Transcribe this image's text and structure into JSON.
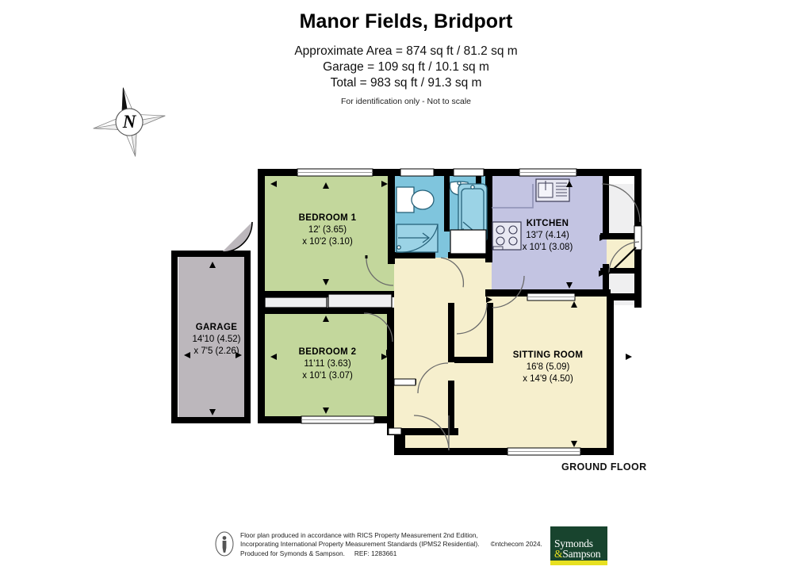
{
  "header": {
    "title": "Manor Fields, Bridport",
    "approx_area": "Approximate Area = 874 sq ft / 81.2 sq m",
    "garage_area": "Garage = 109 sq ft / 10.1 sq m",
    "total_area": "Total = 983 sq ft / 91.3 sq m",
    "disclaimer": "For identification only - Not to scale"
  },
  "compass": {
    "label": "N"
  },
  "plan": {
    "floor_label": "GROUND FLOOR",
    "colors": {
      "bedroom": "#c3d79c",
      "bathroom": "#7fc5dd",
      "kitchen": "#c3c4e2",
      "sitting": "#f6efcd",
      "garage": "#bcb7bc",
      "wall": "#000000",
      "fixture_fill": "#efeff0",
      "door_stroke": "#6e6e6e"
    },
    "rooms": [
      {
        "id": "bedroom1",
        "name": "BEDROOM 1",
        "dim_1": "12' (3.65)",
        "dim_2": "x 10'2 (3.10)",
        "color": "#c3d79c"
      },
      {
        "id": "bedroom2",
        "name": "BEDROOM 2",
        "dim_1": "11'11 (3.63)",
        "dim_2": "x 10'1 (3.07)",
        "color": "#c3d79c"
      },
      {
        "id": "kitchen",
        "name": "KITCHEN",
        "dim_1": "13'7 (4.14)",
        "dim_2": "x 10'1 (3.08)",
        "color": "#c3c4e2"
      },
      {
        "id": "sitting",
        "name": "SITTING ROOM",
        "dim_1": "16'8 (5.09)",
        "dim_2": "x 14'9 (4.50)",
        "color": "#f6efcd"
      },
      {
        "id": "garage",
        "name": "GARAGE",
        "dim_1": "14'10 (4.52)",
        "dim_2": "x 7'5 (2.26)",
        "color": "#bcb7bc"
      }
    ]
  },
  "footer": {
    "line1": "Floor plan produced in accordance with RICS Property Measurement 2nd Edition,",
    "line2": "Incorporating International Property Measurement Standards (IPMS2 Residential).",
    "copyright": "©ntchecom 2024.",
    "line3": "Produced for Symonds & Sampson.",
    "ref": "REF:  1283661",
    "logo": {
      "line1": "Symonds",
      "amp": "&",
      "line2": "Sampson"
    }
  }
}
